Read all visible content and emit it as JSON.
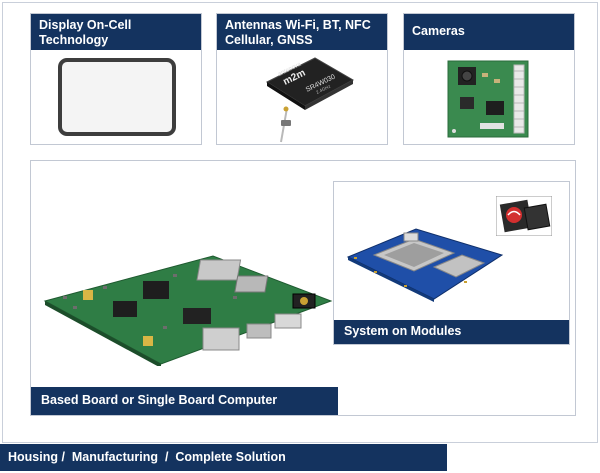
{
  "panels": {
    "display": {
      "title_line1": "Display On-Cell",
      "title_line2": "Technology"
    },
    "antennas": {
      "title_line1": "Antennas Wi-Fi, BT, NFC",
      "title_line2": "Cellular, GNSS",
      "chip_brand": "antenova",
      "chip_logo": "m2m",
      "chip_part": "SR4W030",
      "chip_sub": "2.4GHz"
    },
    "cameras": {
      "title": "Cameras"
    },
    "som": {
      "title": "System on Modules"
    },
    "board": {
      "title": "Based Board or Single Board Computer"
    }
  },
  "footer": {
    "text": "Housing /  Manufacturing  /  Complete Solution"
  },
  "colors": {
    "header_bg": "#14335f",
    "header_text": "#ffffff",
    "border": "#c2c8d3",
    "pcb_green": "#2e7d46",
    "pcb_blue": "#1f4fa8"
  }
}
